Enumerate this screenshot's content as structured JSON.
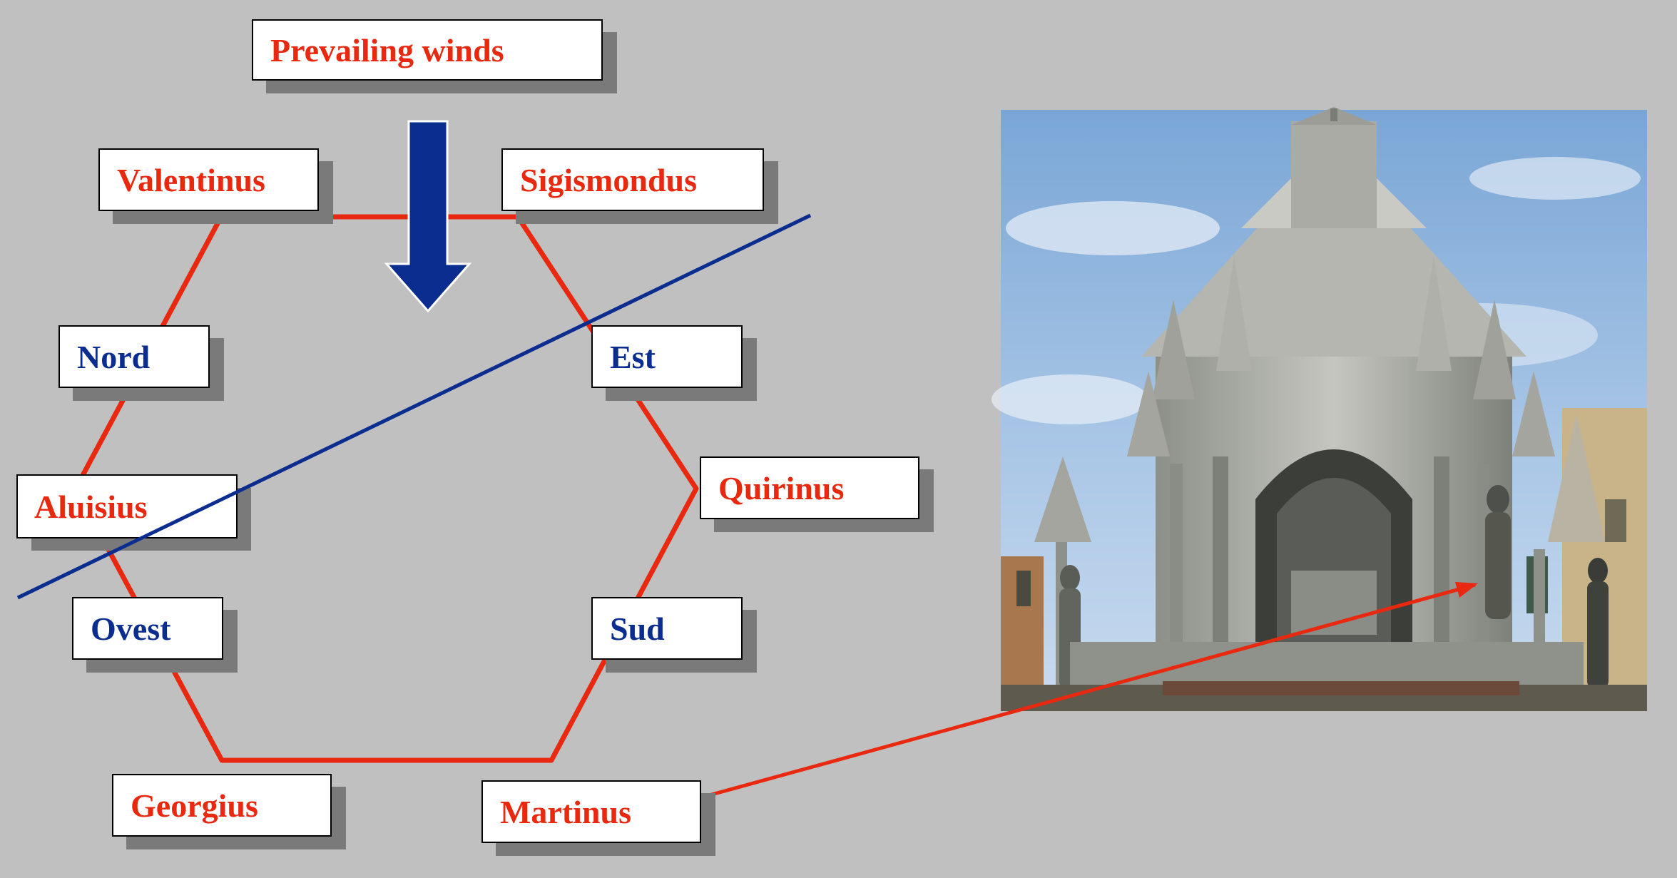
{
  "title": "Prevailing winds",
  "saints": {
    "valentinus": "Valentinus",
    "sigismondus": "Sigismondus",
    "quirinus": "Quirinus",
    "martinus": "Martinus",
    "georgius": "Georgius",
    "aluisius": "Aluisius"
  },
  "directions": {
    "nord": "Nord",
    "est": "Est",
    "sud": "Sud",
    "ovest": "Ovest"
  },
  "colors": {
    "background": "#c0c0c0",
    "hexagon": "#e8280f",
    "wind_arrow": "#0a2d8f",
    "axis_line": "#0a2d8f",
    "saint_text": "#e8280f",
    "direction_text": "#0a2d8f"
  },
  "photo": {
    "subject": "Gothic tomb monument with pinnacled canopy and statues of saints"
  }
}
